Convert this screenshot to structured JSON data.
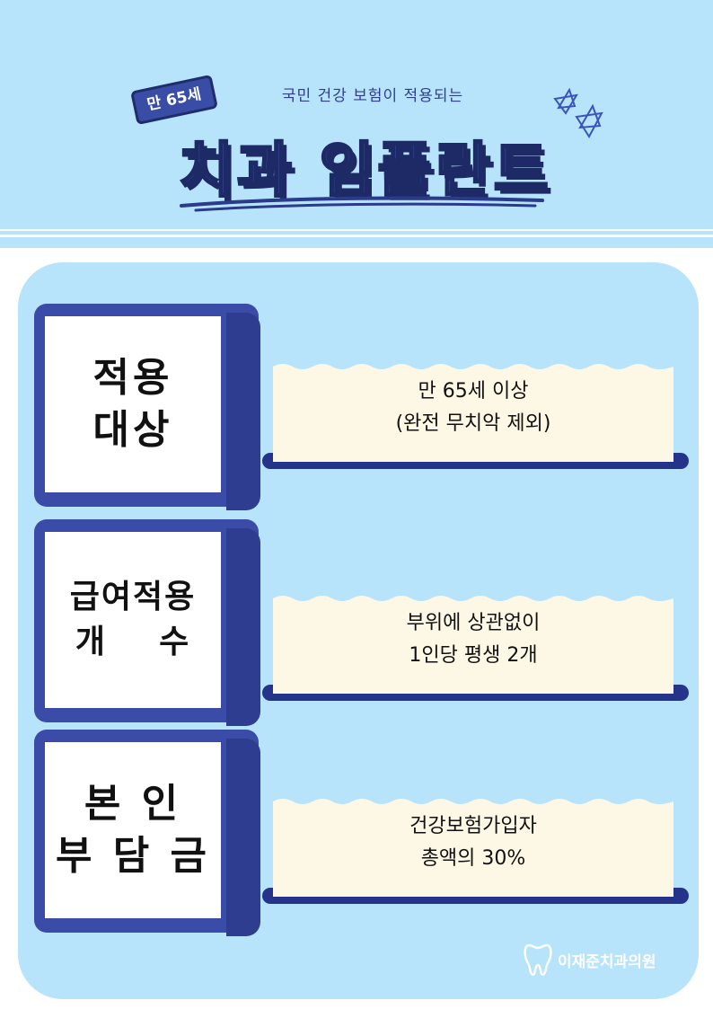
{
  "header": {
    "badge": "만 65세",
    "subtitle": "국민 건강 보험이 적용되는",
    "title": "치과 임플란트"
  },
  "rows": [
    {
      "label_lines": [
        "적용",
        "대상"
      ],
      "info_lines": [
        "만 65세 이상",
        "(완전 무치악 제외)"
      ]
    },
    {
      "label_lines": [
        "급여적용",
        "개    수"
      ],
      "info_lines": [
        "부위에 상관없이",
        "1인당 평생 2개"
      ]
    },
    {
      "label_lines": [
        "본 인",
        "부 담 금"
      ],
      "info_lines": [
        "건강보험가입자",
        "총액의 30%"
      ]
    }
  ],
  "footer": {
    "clinic_name": "이재준치과의원"
  },
  "colors": {
    "sky": "#b7e3fb",
    "navy": "#3a4ca8",
    "cream": "#fdf8e6"
  }
}
